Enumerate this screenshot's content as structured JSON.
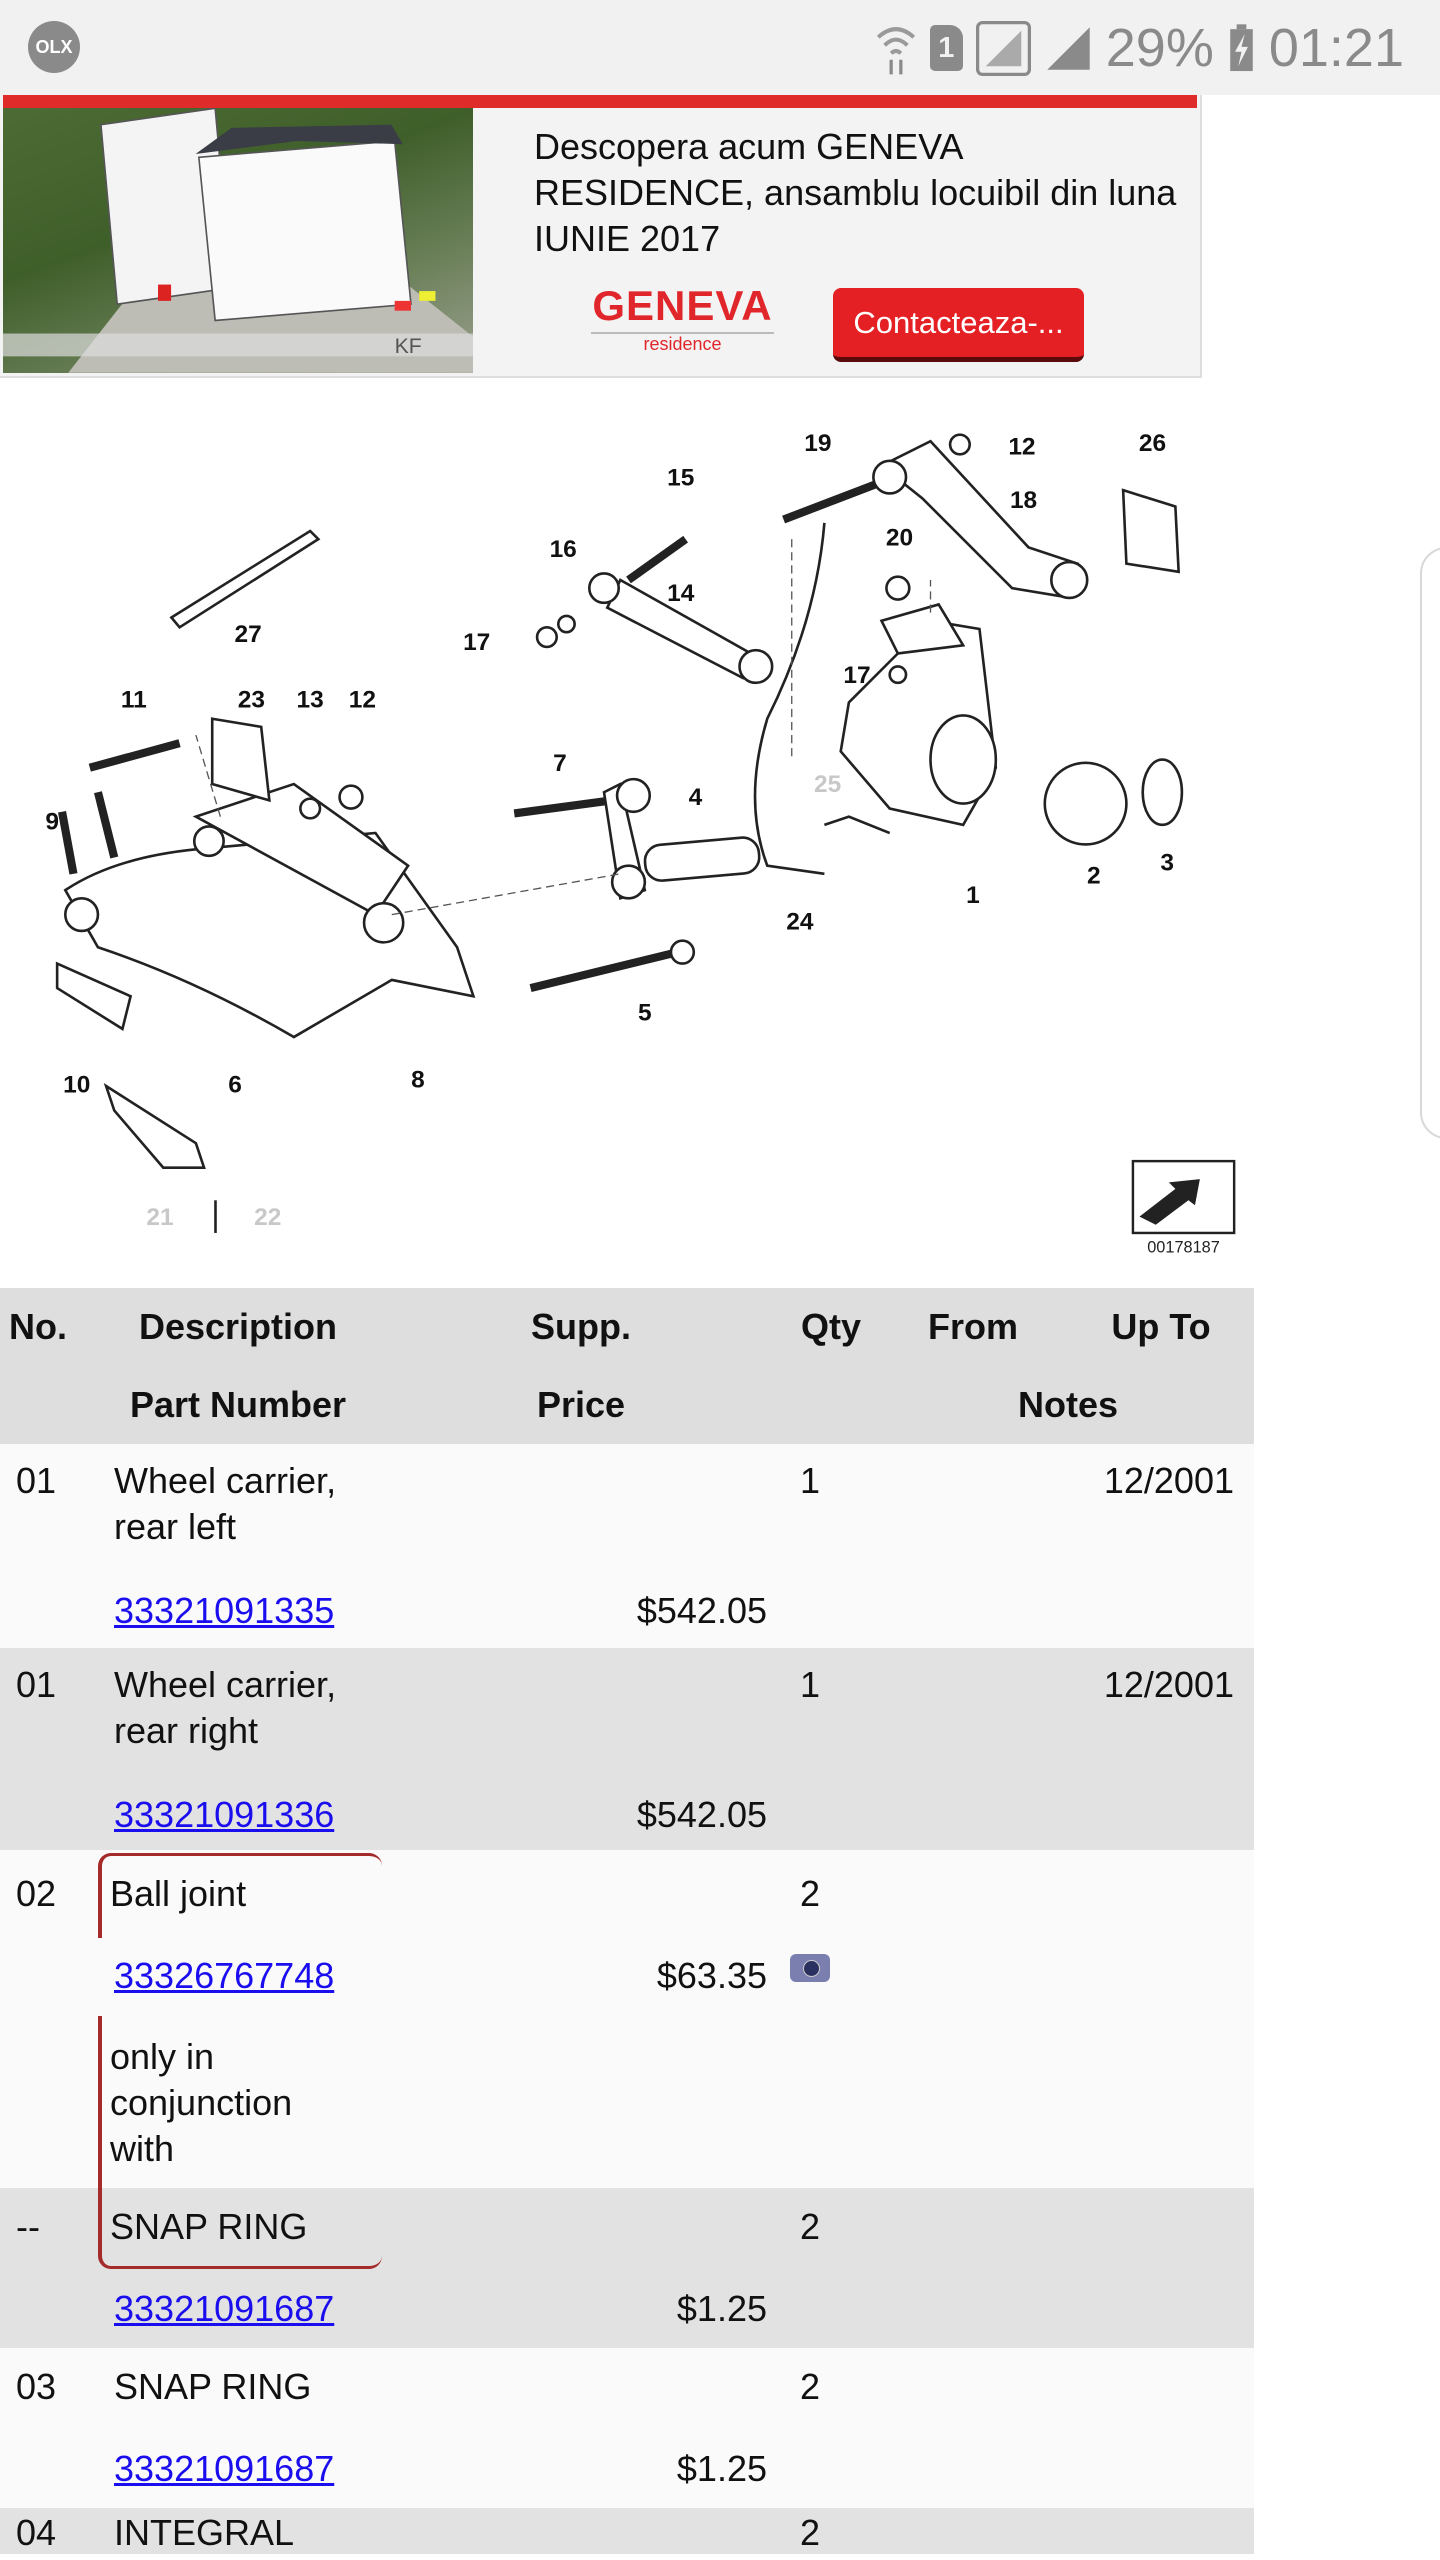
{
  "status_bar": {
    "app_icon": "OLX",
    "sim": "1",
    "battery": "29%",
    "time": "01:21"
  },
  "ad": {
    "text": "Descopera acum GENEVA RESIDENCE, ansamblu locuibil din luna IUNIE 2017",
    "brand": "GENEVA",
    "brand_sub": "residence",
    "cta": "Contacteaza-...",
    "image_watermark": "KF",
    "accent": "#e02b2b"
  },
  "diagram": {
    "labels": [
      "27",
      "15",
      "19",
      "12",
      "26",
      "18",
      "16",
      "20",
      "14",
      "17",
      "17",
      "11",
      "23",
      "13",
      "12",
      "7",
      "4",
      "25",
      "9",
      "2",
      "3",
      "1",
      "24",
      "5",
      "6",
      "8",
      "10",
      "21",
      "22"
    ],
    "image_number": "00178187"
  },
  "table": {
    "headers_row1": [
      "No.",
      "Description",
      "Supp.",
      "Qty",
      "From",
      "Up To"
    ],
    "headers_row2": [
      "Part Number",
      "Price",
      "Notes"
    ],
    "rows": [
      {
        "no": "01",
        "desc": "Wheel carrier, rear left",
        "part": "33321091335",
        "price": "$542.05",
        "qty": "1",
        "upto": "12/2001"
      },
      {
        "no": "01",
        "desc": "Wheel carrier, rear right",
        "part": "33321091336",
        "price": "$542.05",
        "qty": "1",
        "upto": "12/2001"
      },
      {
        "no": "02",
        "desc": "Ball joint",
        "part": "33326767748",
        "price": "$63.35",
        "qty": "2",
        "note": "only in conjunction with"
      },
      {
        "no": "--",
        "desc": "SNAP RING",
        "part": "33321091687",
        "price": "$1.25",
        "qty": "2"
      },
      {
        "no": "03",
        "desc": "SNAP RING",
        "part": "33321091687",
        "price": "$1.25",
        "qty": "2"
      },
      {
        "no": "04",
        "desc": "INTEGRAL",
        "qty": "2"
      }
    ]
  }
}
